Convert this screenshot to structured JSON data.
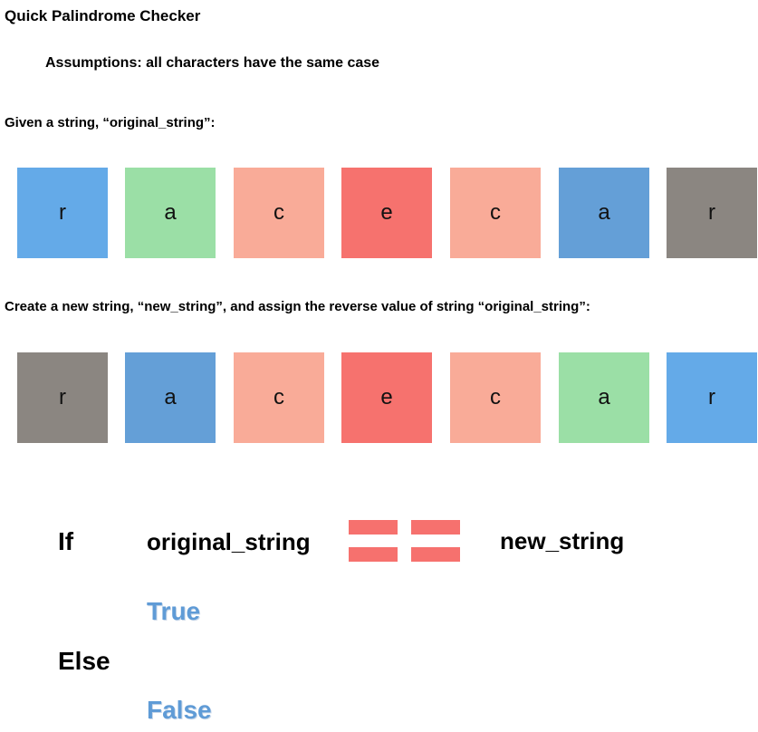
{
  "title": "Quick Palindrome Checker",
  "assumption": "Assumptions: all characters have the same case",
  "step1_label": "Given a string, “original_string”:",
  "step2_label": "Create a new string, “new_string”, and assign the reverse value of string “original_string”:",
  "original_chars": [
    {
      "char": "r",
      "color": "#64aae8"
    },
    {
      "char": "a",
      "color": "#9bdfa6"
    },
    {
      "char": "c",
      "color": "#f9ab98"
    },
    {
      "char": "e",
      "color": "#f6726e"
    },
    {
      "char": "c",
      "color": "#f9ab98"
    },
    {
      "char": "a",
      "color": "#649fd7"
    },
    {
      "char": "r",
      "color": "#8b8681"
    }
  ],
  "reversed_chars": [
    {
      "char": "r",
      "color": "#8b8681"
    },
    {
      "char": "a",
      "color": "#649fd7"
    },
    {
      "char": "c",
      "color": "#f9ab98"
    },
    {
      "char": "e",
      "color": "#f6726e"
    },
    {
      "char": "c",
      "color": "#f9ab98"
    },
    {
      "char": "a",
      "color": "#9bdfa6"
    },
    {
      "char": "r",
      "color": "#64aae8"
    }
  ],
  "logic": {
    "if_label": "If",
    "left_operand": "original_string",
    "right_operand": "new_string",
    "true_label": "True",
    "else_label": "Else",
    "false_label": "False",
    "equals_color": "#f6716e",
    "result_color": "#5f9bd6"
  }
}
